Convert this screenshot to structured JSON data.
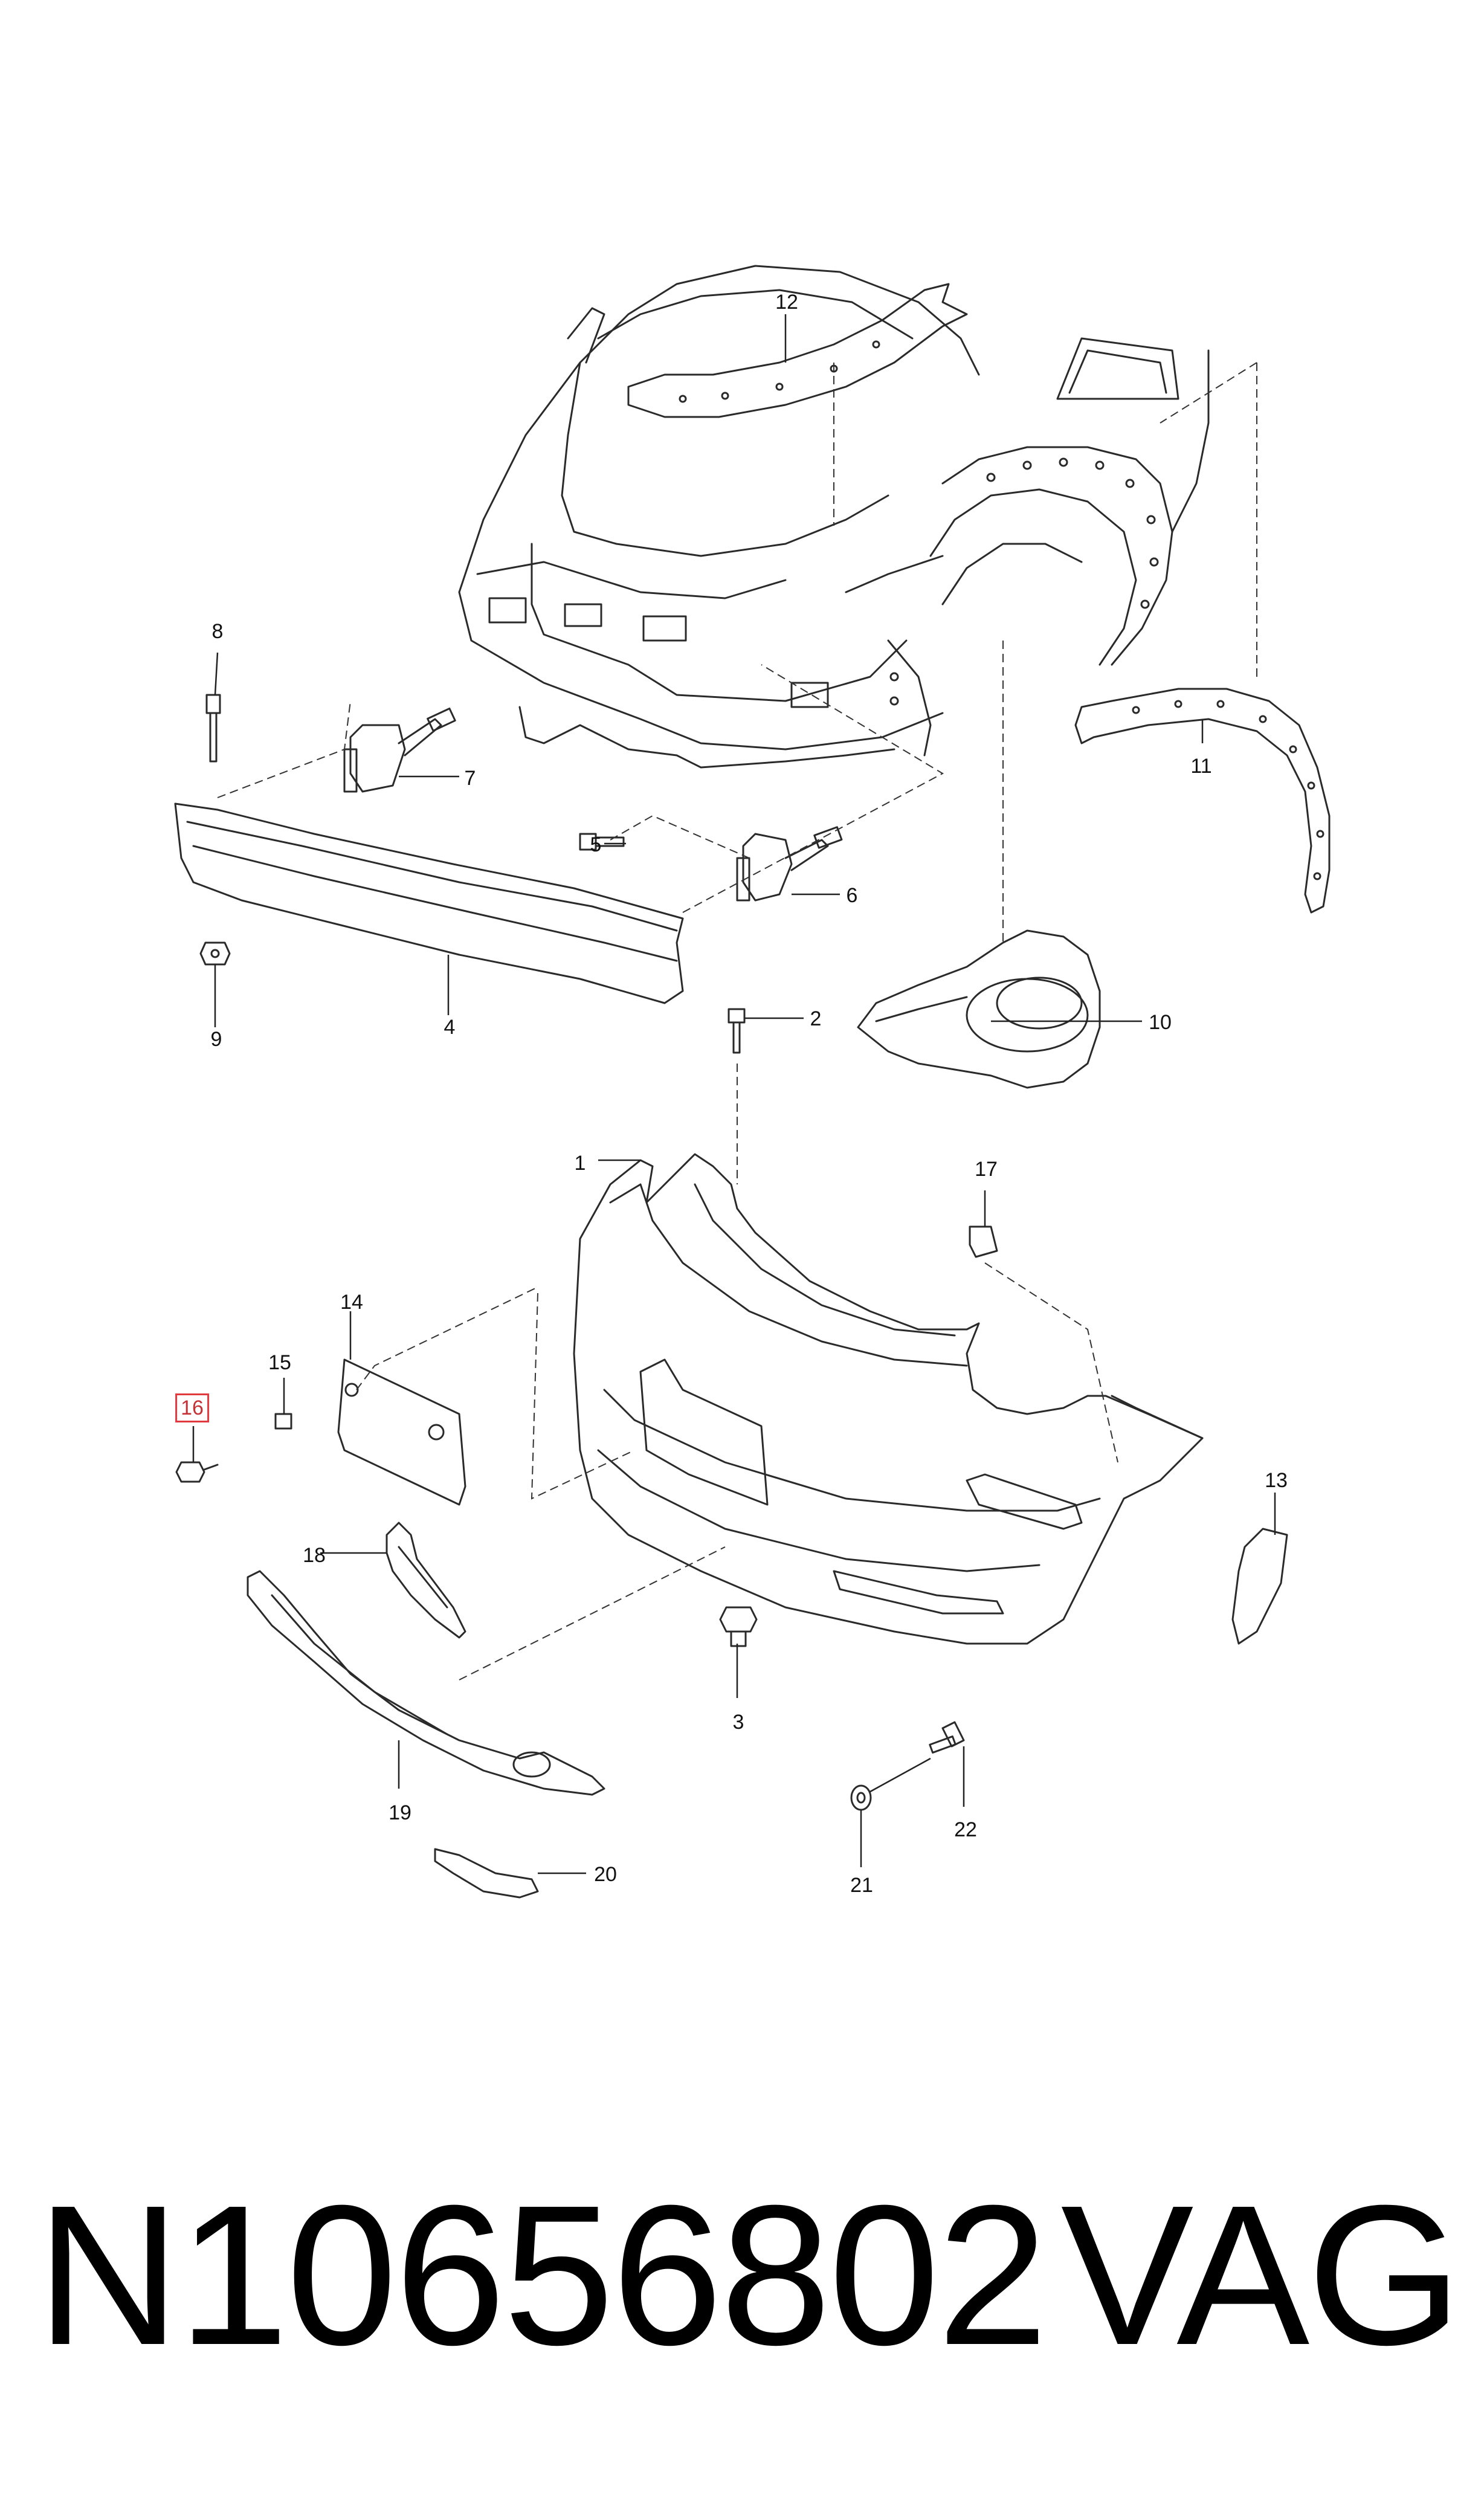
{
  "diagram": {
    "callouts": [
      {
        "id": "1",
        "label": "1"
      },
      {
        "id": "2",
        "label": "2"
      },
      {
        "id": "3",
        "label": "3"
      },
      {
        "id": "4",
        "label": "4"
      },
      {
        "id": "5",
        "label": "5"
      },
      {
        "id": "6",
        "label": "6"
      },
      {
        "id": "7",
        "label": "7"
      },
      {
        "id": "8",
        "label": "8"
      },
      {
        "id": "9",
        "label": "9"
      },
      {
        "id": "10",
        "label": "10"
      },
      {
        "id": "11",
        "label": "11"
      },
      {
        "id": "12",
        "label": "12"
      },
      {
        "id": "13",
        "label": "13"
      },
      {
        "id": "14",
        "label": "14"
      },
      {
        "id": "15",
        "label": "15"
      },
      {
        "id": "16",
        "label": "16"
      },
      {
        "id": "17",
        "label": "17"
      },
      {
        "id": "18",
        "label": "18"
      },
      {
        "id": "19",
        "label": "19"
      },
      {
        "id": "20",
        "label": "20"
      },
      {
        "id": "21",
        "label": "21"
      },
      {
        "id": "22",
        "label": "22"
      }
    ],
    "highlighted_callout": "16",
    "highlight_color": "#e0393e"
  },
  "footer": {
    "part_number": "N10656802",
    "brand": "VAG"
  }
}
